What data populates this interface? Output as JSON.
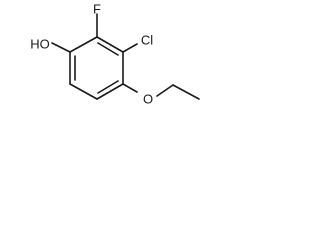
{
  "molecule": {
    "atoms": {
      "fluorine": "F",
      "chlorine": "Cl",
      "hydroxyl": "HO",
      "ether_oxygen": "O"
    },
    "colors": {
      "bond": "#1a1a1a",
      "label": "#1a1a1a",
      "background": "#ffffff"
    }
  }
}
